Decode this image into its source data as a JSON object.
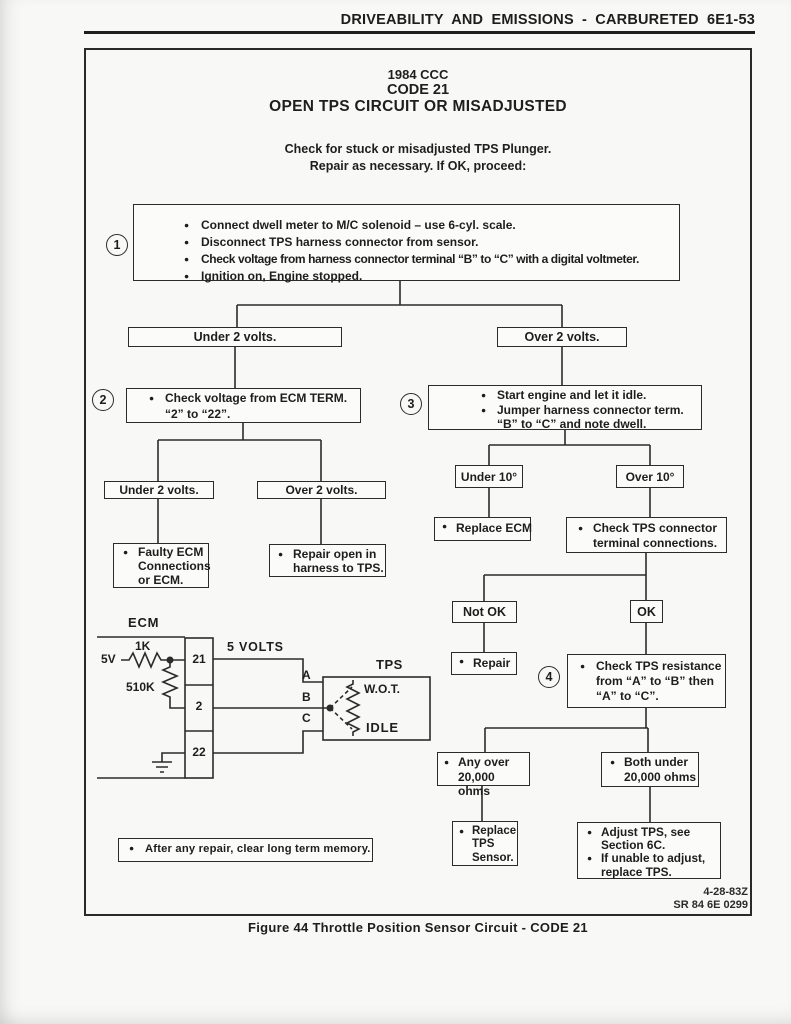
{
  "page": {
    "header": "DRIVEABILITY AND EMISSIONS - CARBURETED 6E1-53",
    "doc_ref_line1": "4-28-83Z",
    "doc_ref_line2": "SR 84 6E 0299",
    "caption": "Figure 44 Throttle Position Sensor Circuit - CODE 21"
  },
  "title": {
    "year_system": "1984 CCC",
    "code": "CODE 21",
    "name": "OPEN TPS CIRCUIT OR MISADJUSTED",
    "note1": "Check for stuck or misadjusted TPS Plunger.",
    "note2": "Repair as necessary. If OK, proceed:"
  },
  "flow": {
    "step1_num": "1",
    "step2_num": "2",
    "step3_num": "3",
    "step4_num": "4",
    "box1": [
      "Connect dwell meter to M/C solenoid – use 6-cyl. scale.",
      "Disconnect TPS harness connector from sensor.",
      "Check voltage from harness connector terminal “B” to “C” with a digital voltmeter.",
      "Ignition on, Engine stopped."
    ],
    "under2": "Under 2 volts.",
    "over2": "Over 2 volts.",
    "box2": [
      "Check voltage from ECM TERM.",
      "“2” to “22”."
    ],
    "box3": [
      "Start engine and let it idle.",
      "Jumper harness connector term.",
      "“B” to “C” and note dwell."
    ],
    "under2b": "Under 2 volts.",
    "over2b": "Over 2 volts.",
    "faulty_ecm": [
      "Faulty ECM",
      "Connections",
      "or ECM."
    ],
    "repair_open": [
      "Repair open in",
      "harness to TPS."
    ],
    "under10": "Under 10°",
    "over10": "Over 10°",
    "replace_ecm": "Replace ECM",
    "check_connector": [
      "Check TPS connector",
      "terminal connections."
    ],
    "not_ok": "Not OK",
    "ok": "OK",
    "repair": "Repair",
    "box4": [
      "Check TPS resistance",
      "from “A” to “B” then",
      "“A” to “C”."
    ],
    "any_over": [
      "Any over",
      "20,000 ohms"
    ],
    "both_under": [
      "Both under",
      "20,000 ohms"
    ],
    "replace_tps": [
      "Replace",
      "TPS",
      "Sensor."
    ],
    "adjust_tps": [
      "Adjust TPS, see",
      "Section 6C.",
      "If unable to adjust,",
      "replace TPS."
    ],
    "footer_note": "After any repair, clear long term memory."
  },
  "circuit": {
    "ecm_label": "ECM",
    "supply": "5V",
    "r1": "1K",
    "r2": "510K",
    "wire_label": "5 VOLTS",
    "term_21": "21",
    "term_2": "2",
    "term_22": "22",
    "pin_a": "A",
    "pin_b": "B",
    "pin_c": "C",
    "tps_label": "TPS",
    "wot": "W.O.T.",
    "idle": "IDLE"
  },
  "colors": {
    "ink": "#2a2a2a",
    "paper": "#f8f8f6"
  }
}
